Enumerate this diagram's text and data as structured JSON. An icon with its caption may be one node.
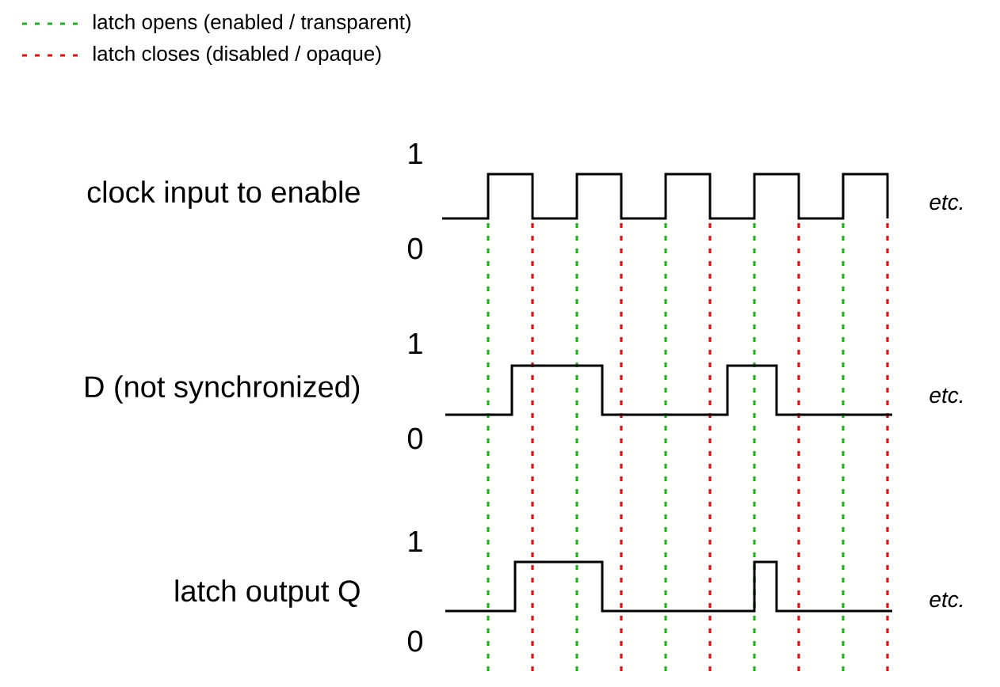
{
  "diagram": {
    "labels": [
      "1",
      "clock input to enable",
      "etc.",
      "0",
      "1",
      "D (not synchronized)",
      "etc.",
      "0",
      "1",
      "latch output Q",
      "etc.",
      "0"
    ],
    "legend": [
      {
        "text": "latch opens (enabled / transparent)"
      },
      {
        "text": "latch closes (disabled / opaque)"
      }
    ]
  }
}
